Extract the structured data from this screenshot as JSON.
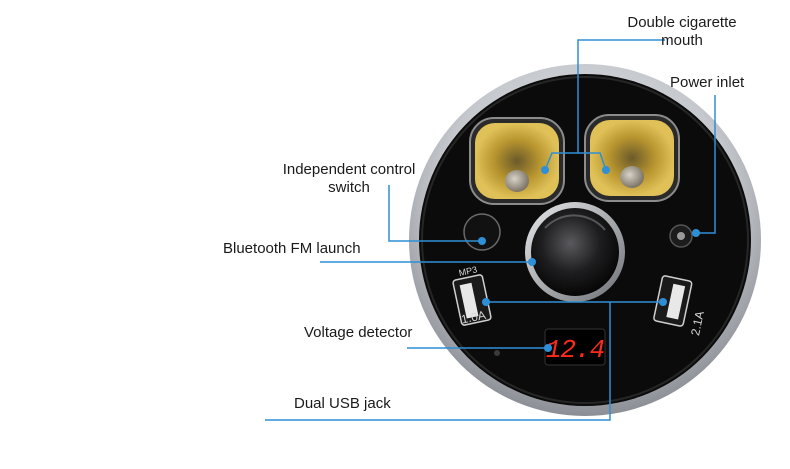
{
  "labels": {
    "double_cigarette_line1": "Double cigarette",
    "double_cigarette_line2": "mouth",
    "power_inlet": "Power inlet",
    "independent_line1": "Independent control",
    "independent_line2": "switch",
    "bluetooth_fm": "Bluetooth FM launch",
    "voltage_detector": "Voltage detector",
    "dual_usb": "Dual USB jack"
  },
  "device": {
    "display_reading": "12.4",
    "usb_left_current": "1.0A",
    "usb_left_tag": "MP3",
    "usb_right_current": "2.1A"
  },
  "colors": {
    "callout_line": "#2f8fd6",
    "callout_dot": "#2f8fd6",
    "display_red": "#ff2a1a",
    "socket_amber": "#c9a43a",
    "body_black": "#0b0b0b",
    "rim_silver": "#b8bcc2"
  }
}
